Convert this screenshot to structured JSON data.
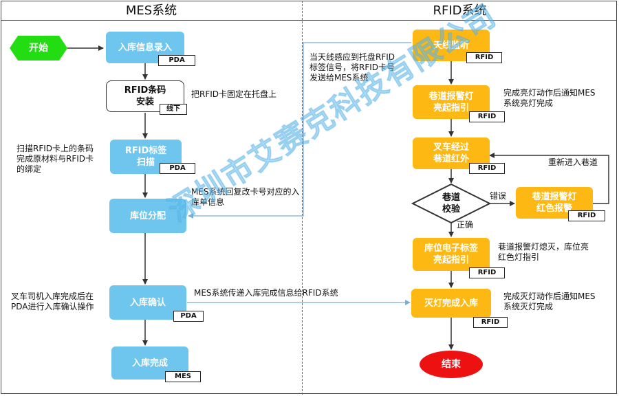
{
  "lanes": {
    "mes": "MES系统",
    "rfid": "RFID系统"
  },
  "nodes": {
    "start": "开始",
    "entry_info": "入库信息录入",
    "rfid_install": "RFID条码\n安装",
    "rfid_scan": "RFID标签\n扫描",
    "location_assign": "库位分配",
    "entry_confirm": "入库确认",
    "entry_done": "入库完成",
    "antenna_monitor": "天线监听",
    "aisle_alarm_lit": "巷道报警灯\n亮起指引",
    "forklift_pass": "叉车经过\n巷道红外",
    "aisle_check": "巷道\n校验",
    "aisle_red_alarm": "巷道报警灯\n红色报警",
    "location_label_lit": "库位电子标签\n亮起指引",
    "lights_off_done": "灭灯完成入库",
    "end": "结束"
  },
  "tags": {
    "entry_info": "PDA",
    "rfid_install": "线下",
    "rfid_scan": "PDA",
    "entry_confirm": "PDA",
    "entry_done": "MES",
    "antenna_monitor": "RFID",
    "aisle_alarm_lit": "RFID",
    "forklift_pass": "RFID",
    "aisle_red_alarm": "RFID",
    "location_label_lit": "RFID",
    "lights_off_done": "RFID"
  },
  "notes": {
    "fix_tag": "把RFID卡固定在托盘上",
    "scan_bind": "扫描RFID卡上的条码\n完成原材料与RFID卡\n的绑定",
    "mes_reply": "MES系统回复改卡号对应的入\n库单信息",
    "forklift_confirm": "叉车司机入库完成后在\nPDA进行入库确认操作",
    "mes_send": "MES系统传递入库完成信息给RFID系统",
    "antenna_sense": "当天线感应到托盘RFID\n标签信号，将RFID卡号\n发送给MES系统",
    "notify_light": "完成亮灯动作后通知MES\n系统亮灯完成",
    "reenter": "重新进入巷道",
    "error": "错误",
    "correct": "正确",
    "alarm_off": "巷道报警灯熄灭，库位亮\n红色灯指引",
    "notify_off": "完成灭灯动作后通知MES\n系统灭灯完成"
  },
  "watermark": "深圳市艾赛克科技有限公司",
  "colors": {
    "blue": "#6ec6ee",
    "orange": "#fdb813",
    "start": "#22dd11",
    "end": "#ee1111",
    "arrow": "#333333",
    "link": "#7aaed6"
  }
}
